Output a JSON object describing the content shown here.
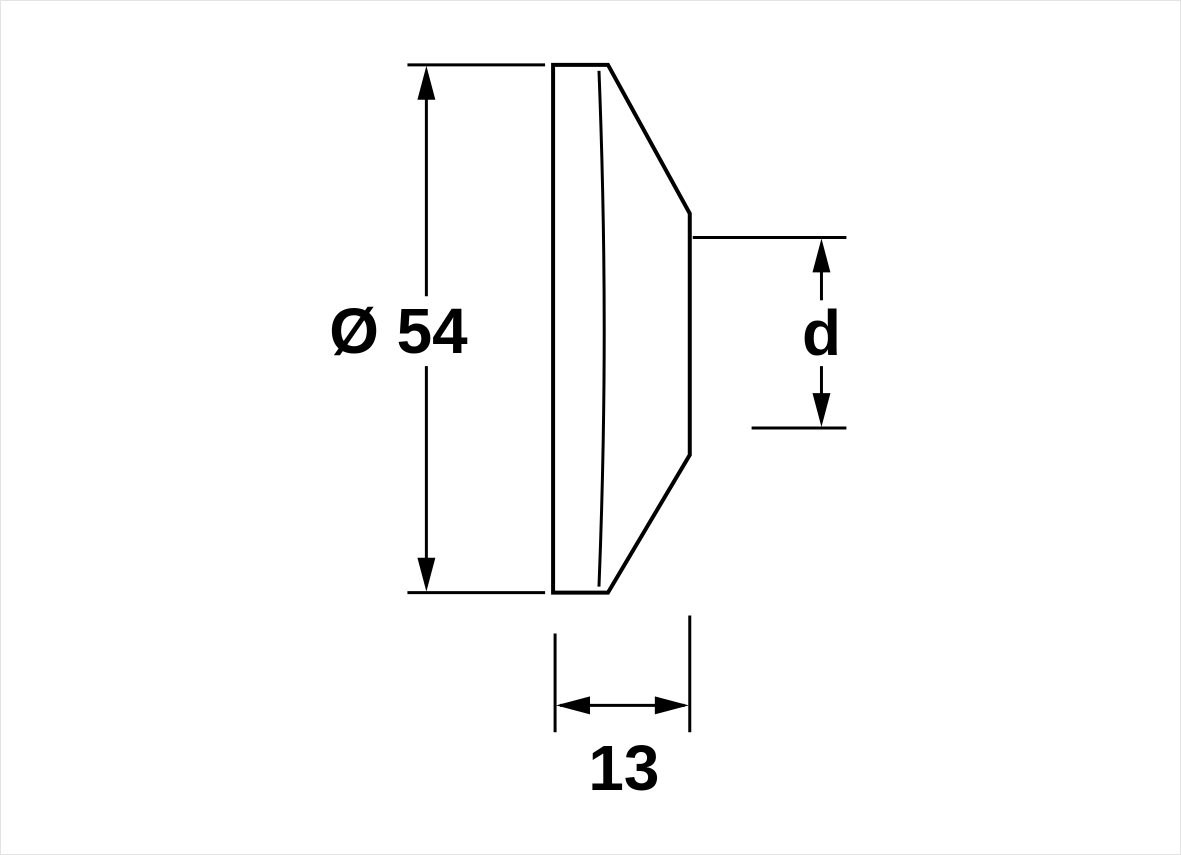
{
  "drawing": {
    "kind": "technical-dimension-drawing",
    "part": "conical flange, side view",
    "colors": {
      "line": "#000000",
      "background": "#ffffff"
    },
    "dimension_labels": {
      "outer_diameter": "Ø 54",
      "inner_diameter": "d",
      "depth": "13"
    }
  }
}
